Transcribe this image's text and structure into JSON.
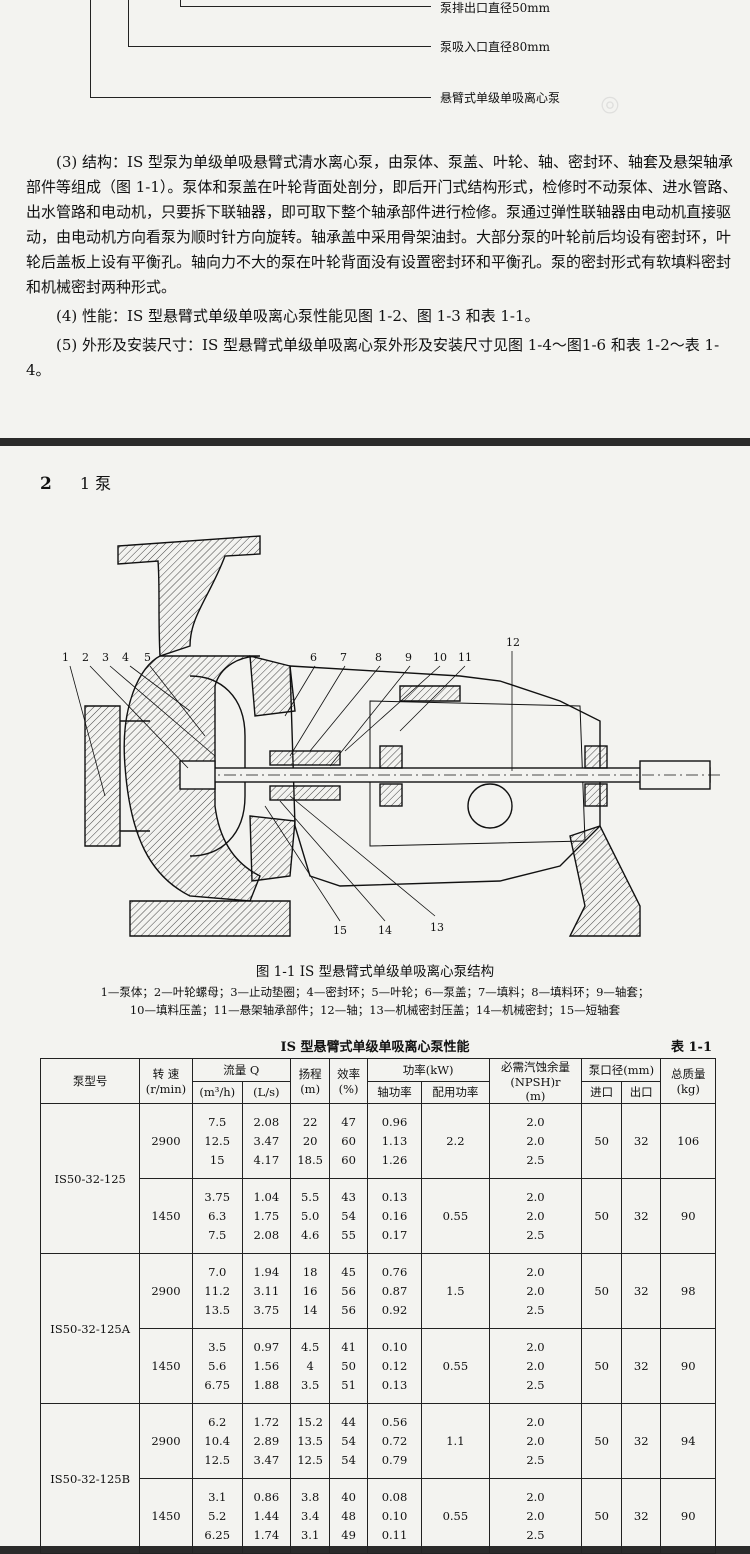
{
  "top": {
    "pump_code_labels": [
      "泵排出口直径50mm",
      "泵吸入口直径80mm",
      "悬臂式单级单吸离心泵"
    ],
    "para3": "(3) 结构：IS 型泵为单级单吸悬臂式清水离心泵，由泵体、泵盖、叶轮、轴、密封环、轴套及悬架轴承部件等组成（图 1-1）。泵体和泵盖在叶轮背面处剖分，即后开门式结构形式，检修时不动泵体、进水管路、出水管路和电动机，只要拆下联轴器，即可取下整个轴承部件进行检修。泵通过弹性联轴器由电动机直接驱动，由电动机方向看泵为顺时针方向旋转。轴承盖中采用骨架油封。大部分泵的叶轮前后均设有密封环，叶轮后盖板上设有平衡孔。轴向力不大的泵在叶轮背面没有设置密封环和平衡孔。泵的密封形式有软填料密封和机械密封两种形式。",
    "para4": "(4) 性能：IS 型悬臂式单级单吸离心泵性能见图 1-2、图 1-3 和表 1-1。",
    "para5": "(5) 外形及安装尺寸：IS 型悬臂式单级单吸离心泵外形及安装尺寸见图 1-4～图1-6 和表 1-2～表 1-4。"
  },
  "bottom": {
    "page_number": "2",
    "section": "1 泵",
    "figure": {
      "part_numbers": [
        "1",
        "2",
        "3",
        "4",
        "5",
        "6",
        "7",
        "8",
        "9",
        "10",
        "11",
        "12",
        "13",
        "14",
        "15"
      ],
      "caption": "图 1-1  IS 型悬臂式单级单吸离心泵结构",
      "legend_line1": "1—泵体；2—叶轮螺母；3—止动垫圈；4—密封环；5—叶轮；6—泵盖；7—填料；8—填料环；9—轴套；",
      "legend_line2": "10—填料压盖；11—悬架轴承部件；12—轴；13—机械密封压盖；14—机械密封；15—短轴套"
    },
    "table": {
      "title": "IS 型悬臂式单级单吸离心泵性能",
      "number": "表 1-1",
      "headers": {
        "model": "泵型号",
        "speed": "转 速",
        "speed_unit": "(r/min)",
        "flow": "流量 Q",
        "flow_unit1": "(m³/h)",
        "flow_unit2": "(L/s)",
        "head": "扬程",
        "head_unit": "(m)",
        "eff": "效率",
        "eff_unit": "(%)",
        "power": "功率(kW)",
        "shaft_power": "轴功率",
        "motor_power": "配用功率",
        "npsh1": "必需汽蚀余量",
        "npsh2": "(NPSH)r",
        "npsh3": "(m)",
        "port": "泵口径(mm)",
        "inlet": "进口",
        "outlet": "出口",
        "weight": "总质量",
        "weight_unit": "(kg)"
      },
      "rows": [
        {
          "model": "IS50-32-125",
          "speed": "2900",
          "q_m3h": "7.5\n12.5\n15",
          "q_ls": "2.08\n3.47\n4.17",
          "head": "22\n20\n18.5",
          "eff": "47\n60\n60",
          "shaft": "0.96\n1.13\n1.26",
          "motor": "2.2",
          "npsh": "2.0\n2.0\n2.5",
          "inlet": "50",
          "outlet": "32",
          "weight": "106"
        },
        {
          "model": "",
          "speed": "1450",
          "q_m3h": "3.75\n6.3\n7.5",
          "q_ls": "1.04\n1.75\n2.08",
          "head": "5.5\n5.0\n4.6",
          "eff": "43\n54\n55",
          "shaft": "0.13\n0.16\n0.17",
          "motor": "0.55",
          "npsh": "2.0\n2.0\n2.5",
          "inlet": "50",
          "outlet": "32",
          "weight": "90"
        },
        {
          "model": "IS50-32-125A",
          "speed": "2900",
          "q_m3h": "7.0\n11.2\n13.5",
          "q_ls": "1.94\n3.11\n3.75",
          "head": "18\n16\n14",
          "eff": "45\n56\n56",
          "shaft": "0.76\n0.87\n0.92",
          "motor": "1.5",
          "npsh": "2.0\n2.0\n2.5",
          "inlet": "50",
          "outlet": "32",
          "weight": "98"
        },
        {
          "model": "",
          "speed": "1450",
          "q_m3h": "3.5\n5.6\n6.75",
          "q_ls": "0.97\n1.56\n1.88",
          "head": "4.5\n4\n3.5",
          "eff": "41\n50\n51",
          "shaft": "0.10\n0.12\n0.13",
          "motor": "0.55",
          "npsh": "2.0\n2.0\n2.5",
          "inlet": "50",
          "outlet": "32",
          "weight": "90"
        },
        {
          "model": "IS50-32-125B",
          "speed": "2900",
          "q_m3h": "6.2\n10.4\n12.5",
          "q_ls": "1.72\n2.89\n3.47",
          "head": "15.2\n13.5\n12.5",
          "eff": "44\n54\n54",
          "shaft": "0.56\n0.72\n0.79",
          "motor": "1.1",
          "npsh": "2.0\n2.0\n2.5",
          "inlet": "50",
          "outlet": "32",
          "weight": "94"
        },
        {
          "model": "",
          "speed": "1450",
          "q_m3h": "3.1\n5.2\n6.25",
          "q_ls": "0.86\n1.44\n1.74",
          "head": "3.8\n3.4\n3.1",
          "eff": "40\n48\n49",
          "shaft": "0.08\n0.10\n0.11",
          "motor": "0.55",
          "npsh": "2.0\n2.0\n2.5",
          "inlet": "50",
          "outlet": "32",
          "weight": "90"
        }
      ]
    }
  }
}
